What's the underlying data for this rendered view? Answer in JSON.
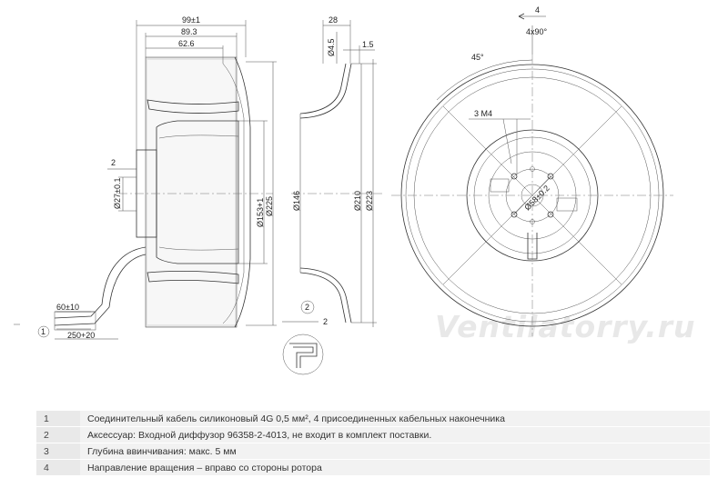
{
  "dims_side": {
    "d99": "99±1",
    "d89": "89.3",
    "d62": "62.6",
    "d2": "2",
    "d27": "Ø27±0.1",
    "d153": "Ø153+1",
    "d225": "Ø225",
    "d60": "60±10",
    "d250": "250+20",
    "callout1": "1"
  },
  "dims_section": {
    "d28": "28",
    "d4_5": "Ø4.5",
    "d1_5": "1.5",
    "d146": "Ø146",
    "d210": "Ø210",
    "d223": "Ø223",
    "callout2": "2",
    "d2": "2"
  },
  "dims_front": {
    "callout4": "4",
    "angle4x90": "4x90°",
    "angle45": "45°",
    "m4": "3 M4",
    "d58": "Ø58±0.2"
  },
  "watermark": "Ventilatorry.ru",
  "legend": [
    {
      "num": "1",
      "text": "Соединительный кабель силиконовый 4G 0,5 мм², 4 присоединенных кабельных наконечника"
    },
    {
      "num": "2",
      "text": "Аксессуар: Входной диффузор 96358-2-4013, не входит в комплект поставки."
    },
    {
      "num": "3",
      "text": "Глубина ввинчивания: макс. 5 мм"
    },
    {
      "num": "4",
      "text": "Направление вращения – вправо со стороны ротора"
    }
  ]
}
